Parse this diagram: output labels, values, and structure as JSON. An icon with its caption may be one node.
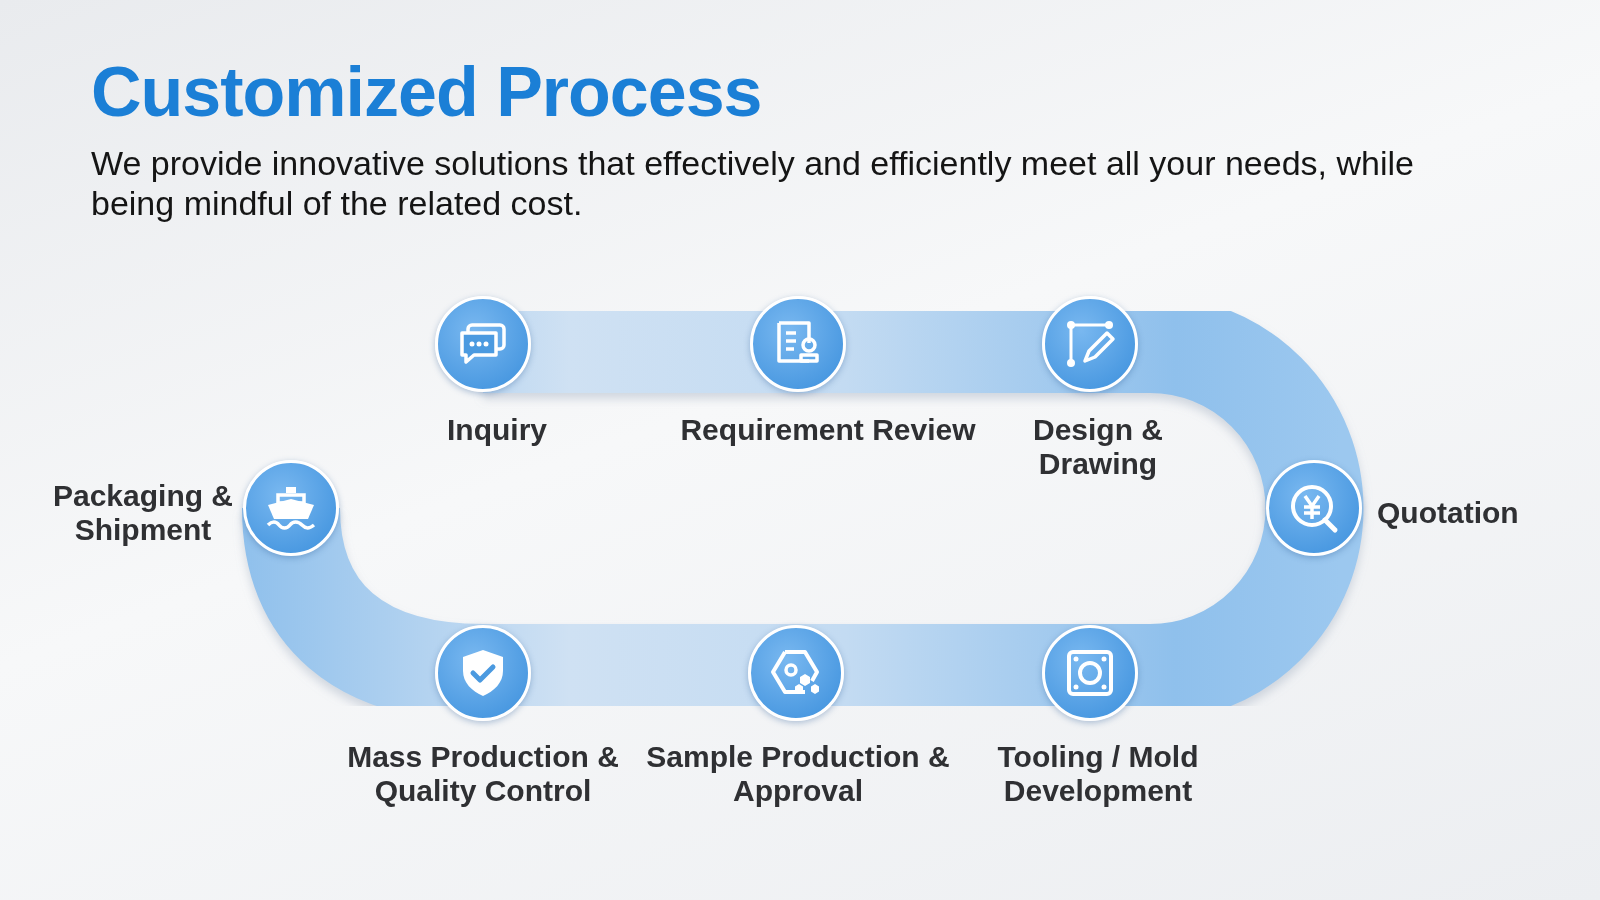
{
  "diagram": {
    "title": "Customized Process",
    "caption": "We provide innovative solutions that effectively and efficiently meet all your needs, while being mindful of the related cost.",
    "nodes": [
      {
        "text": [
          "Inquiry"
        ]
      },
      {
        "text": [
          "Requirement Review"
        ]
      },
      {
        "text": [
          "Design & Drawing"
        ]
      },
      {
        "text": [
          "Quotation"
        ]
      },
      {
        "text": [
          "Tooling / Mold Development"
        ]
      },
      {
        "text": [
          "Sample Production & Approval"
        ]
      },
      {
        "text": [
          "Mass Production & Quality Control"
        ]
      },
      {
        "text": [
          "Packaging & Shipment"
        ]
      }
    ]
  }
}
